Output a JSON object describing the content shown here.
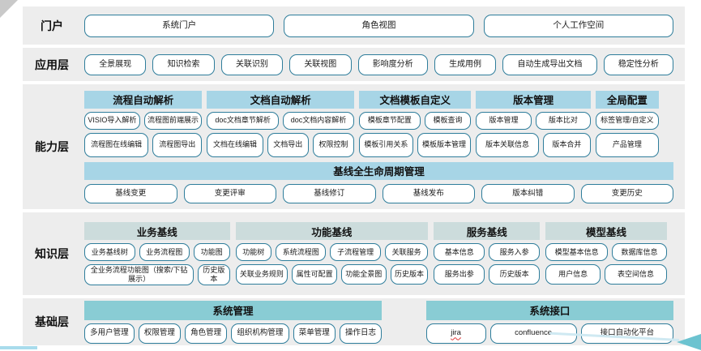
{
  "decor": {
    "spellcheck_flagged": "jira",
    "colors": {
      "band_bg": "#ededed",
      "box_border": "#2e7d9b",
      "capability_header_bg": "#a7d5e6",
      "knowledge_header_bg": "#ccdcdc",
      "base_header_bg": "#89ccd4",
      "accent_arrow": "#6cc3d0"
    }
  },
  "portal": {
    "label": "门户",
    "items": [
      "系统门户",
      "角色视图",
      "个人工作空间"
    ]
  },
  "application": {
    "label": "应用层",
    "items": [
      "全景展现",
      "知识检索",
      "关联识别",
      "关联视图",
      "影响度分析",
      "生成用例",
      "自动生成导出文档",
      "稳定性分析"
    ]
  },
  "capability": {
    "label": "能力层",
    "groups": [
      {
        "title": "流程自动解析",
        "rows": [
          [
            "VISIO导入解析",
            "流程图前端展示"
          ],
          [
            "流程图在线编辑",
            "流程图导出"
          ]
        ]
      },
      {
        "title": "文档自动解析",
        "rows": [
          [
            "doc文档章节解析",
            "doc文档内容解析"
          ],
          [
            "文档在线编辑",
            "文档导出",
            "权限控制"
          ]
        ]
      },
      {
        "title": "文档模板自定义",
        "rows": [
          [
            "模板章节配置",
            "模板查询"
          ],
          [
            "模板引用关系",
            "模板版本管理"
          ]
        ]
      },
      {
        "title": "版本管理",
        "rows": [
          [
            "版本管理",
            "版本比对"
          ],
          [
            "版本关联信息",
            "版本合并"
          ]
        ]
      },
      {
        "title": "全局配置",
        "rows": [
          [
            "标签管理/自定义"
          ],
          [
            "产品管理"
          ]
        ]
      }
    ],
    "baseline": {
      "title": "基线全生命周期管理",
      "items": [
        "基线变更",
        "变更评审",
        "基线修订",
        "基线发布",
        "版本纠错",
        "变更历史"
      ]
    }
  },
  "knowledge": {
    "label": "知识层",
    "groups": [
      {
        "title": "业务基线",
        "rows": [
          [
            "业务基线树",
            "业务流程图",
            "功能图"
          ],
          [
            "全业务流程功能图（搜索/下钻展示）",
            "历史版本"
          ]
        ]
      },
      {
        "title": "功能基线",
        "rows": [
          [
            "功能树",
            "系统流程图",
            "子流程管理",
            "关联服务"
          ],
          [
            "关联业务规则",
            "属性可配置",
            "功能全景图",
            "历史版本"
          ]
        ]
      },
      {
        "title": "服务基线",
        "rows": [
          [
            "基本信息",
            "服务入参"
          ],
          [
            "服务出参",
            "历史版本"
          ]
        ]
      },
      {
        "title": "模型基线",
        "rows": [
          [
            "模型基本信息",
            "数据库信息"
          ],
          [
            "用户信息",
            "表空间信息"
          ]
        ]
      }
    ]
  },
  "base": {
    "label": "基础层",
    "groups": [
      {
        "title": "系统管理",
        "rows": [
          [
            "多用户管理",
            "权限管理",
            "角色管理",
            "组织机构管理",
            "菜单管理",
            "操作日志"
          ]
        ]
      },
      {
        "title": "系统接口",
        "rows": [
          [
            "jira",
            "confluence",
            "接口自动化平台"
          ]
        ]
      }
    ]
  }
}
